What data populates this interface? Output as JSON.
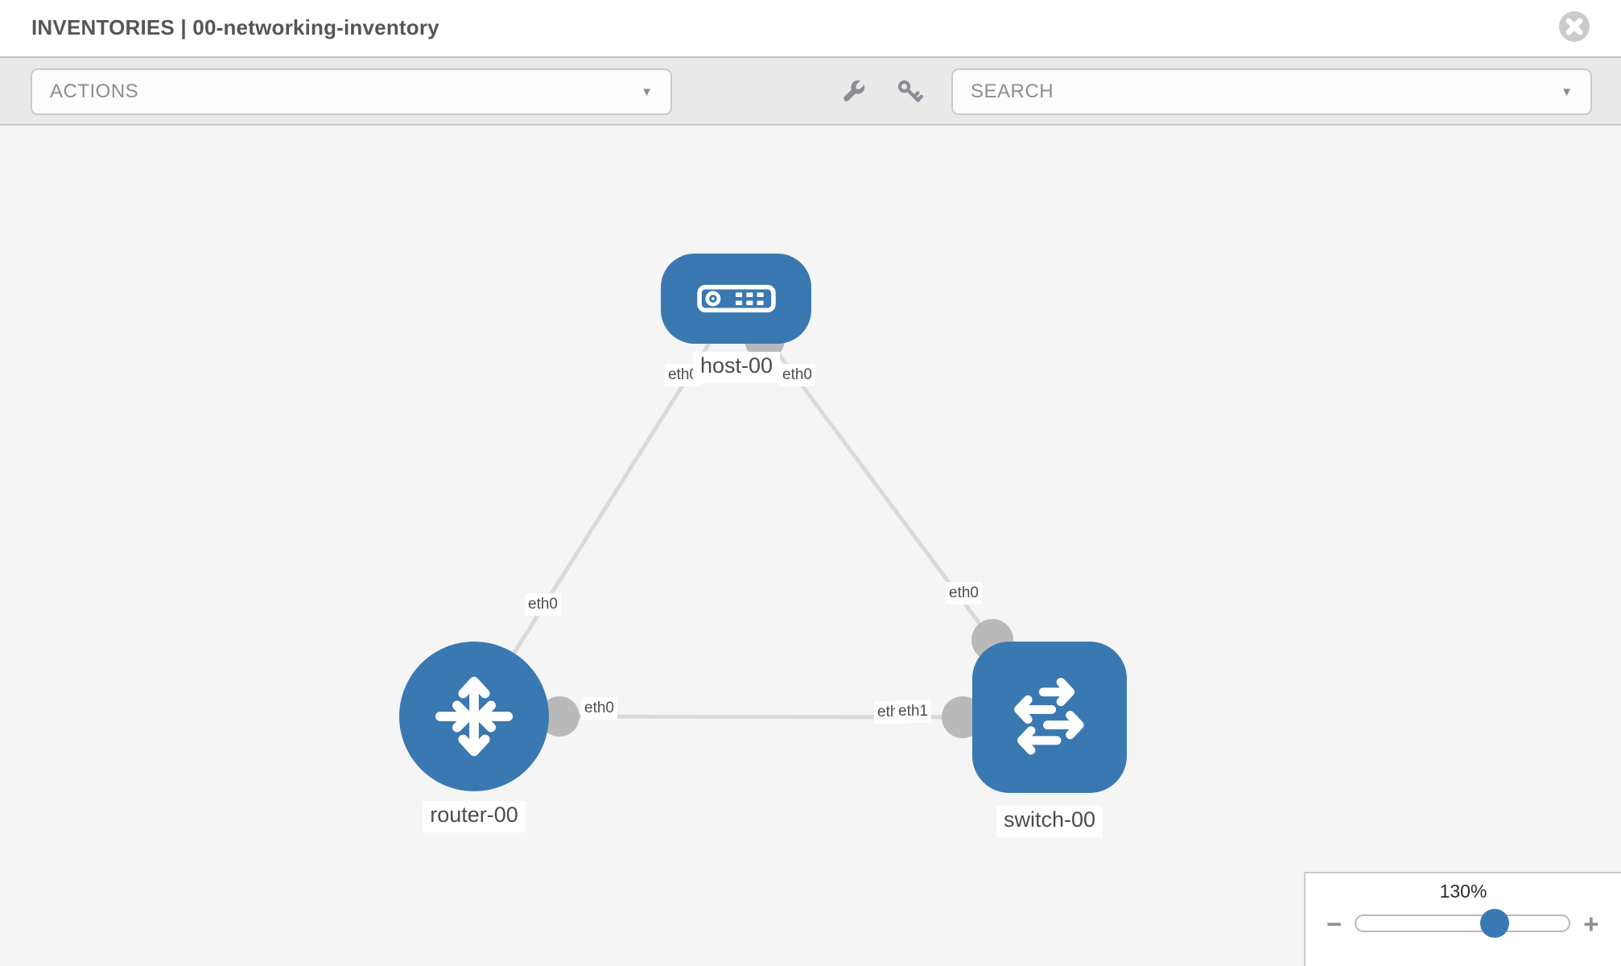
{
  "header": {
    "title": "INVENTORIES | 00-networking-inventory",
    "close_icon": "close-icon"
  },
  "toolbar": {
    "actions_label": "ACTIONS",
    "search_label": "SEARCH",
    "caret_glyph": "▼",
    "icons": [
      "wrench-icon",
      "key-icon"
    ]
  },
  "topology": {
    "nodes": [
      {
        "id": "host-00",
        "label": "host-00",
        "type": "host",
        "icon": "server-icon"
      },
      {
        "id": "router-00",
        "label": "router-00",
        "type": "router",
        "icon": "router-arrows-icon"
      },
      {
        "id": "switch-00",
        "label": "switch-00",
        "type": "switch",
        "icon": "switch-arrows-icon"
      }
    ],
    "links": [
      {
        "from": "host-00",
        "to": "router-00",
        "from_interface": "eth0",
        "to_interface": "eth0"
      },
      {
        "from": "host-00",
        "to": "switch-00",
        "from_interface": "eth0",
        "to_interface": "eth0"
      },
      {
        "from": "router-00",
        "to": "switch-00",
        "from_interface": "eth0",
        "to_interface": "eth1"
      }
    ],
    "rendered_labels": [
      {
        "text": "eth0"
      },
      {
        "text": "eth0"
      },
      {
        "text": "eth0"
      },
      {
        "text": "eth0"
      },
      {
        "text": "eth0"
      },
      {
        "text": "eth0"
      },
      {
        "text": "eth1"
      }
    ]
  },
  "zoom_control": {
    "level": "130%",
    "minus_glyph": "−",
    "plus_glyph": "+"
  },
  "colors": {
    "node_blue": "#3a78b2",
    "link_gray": "#d9d9d9",
    "connector_gray": "#b9b9b9",
    "toolbar_bg": "#e9e9e9",
    "canvas_bg": "#f5f5f5",
    "icon_gray": "#878e96"
  }
}
